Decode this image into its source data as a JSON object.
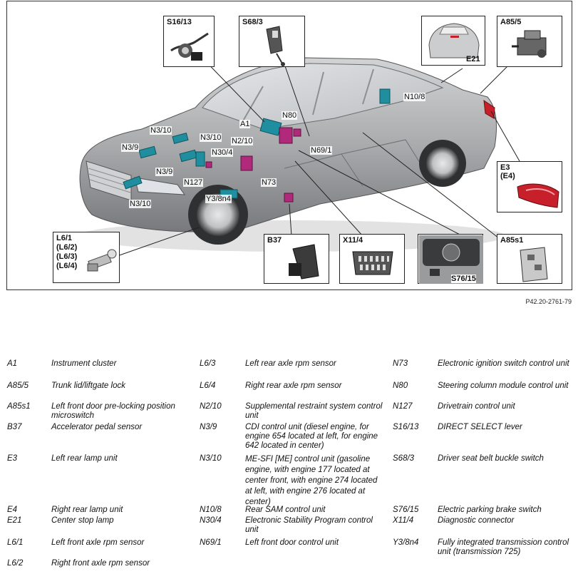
{
  "diagram": {
    "reference_id": "P42.20-2761-79",
    "callouts": {
      "s16_13": "S16/13",
      "s68_3": "S68/3",
      "e21_box": "E21",
      "e21_inner": "E21",
      "a85_5": "A85/5",
      "e3_e4_l1": "E3",
      "e3_e4_l2": "(E4)",
      "l6_l1": "L6/1",
      "l6_l2": "(L6/2)",
      "l6_l3": "(L6/3)",
      "l6_l4": "(L6/4)",
      "b37": "B37",
      "x11_4": "X11/4",
      "s76_15": "S76/15",
      "a85s1": "A85s1"
    },
    "car_labels": {
      "a1": "A1",
      "n80": "N80",
      "n10_8": "N10/8",
      "n69_1": "N69/1",
      "n3_10_top": "N3/10",
      "n3_9_left": "N3/9",
      "n3_10_mid": "N3/10",
      "n2_10": "N2/10",
      "n30_4": "N30/4",
      "n3_9_low": "N3/9",
      "n127": "N127",
      "n73": "N73",
      "y3_8n4": "Y3/8n4",
      "n3_10_low": "N3/10"
    },
    "colors": {
      "car_body": "#a9abad",
      "module_teal": "#1f8fa0",
      "module_magenta": "#b0297a",
      "tail_lamp": "#c8202a"
    }
  },
  "legend": {
    "col1": [
      {
        "code": "A1",
        "desc": "Instrument cluster"
      },
      {
        "code": "A85/5",
        "desc": "Trunk lid/liftgate lock"
      },
      {
        "code": "A85s1",
        "desc": "Left front door pre-locking position microswitch"
      },
      {
        "code": "B37",
        "desc": "Accelerator pedal sensor"
      },
      {
        "code": "E3",
        "desc": "Left rear lamp unit"
      },
      {
        "code": "E4",
        "desc": "Right rear lamp unit"
      },
      {
        "code": "E21",
        "desc": "Center stop lamp"
      },
      {
        "code": "L6/1",
        "desc": "Left front axle rpm sensor"
      },
      {
        "code": "L6/2",
        "desc": "Right front axle rpm sensor"
      }
    ],
    "col2": [
      {
        "code": "L6/3",
        "desc": "Left rear axle rpm sensor"
      },
      {
        "code": "L6/4",
        "desc": "Right rear axle rpm sensor"
      },
      {
        "code": "N2/10",
        "desc": "Supplemental restraint system control unit"
      },
      {
        "code": "N3/9",
        "desc": "CDI control unit (diesel engine, for engine 654 located at left, for engine 642 located in center)"
      },
      {
        "code": "N3/10",
        "desc": "ME-SFI [ME] control unit (gasoline engine, with engine 177 located at center front, with engine 274 located at left, with engine 276 located at center)"
      },
      {
        "code": "N10/8",
        "desc": "Rear SAM control unit"
      },
      {
        "code": "N30/4",
        "desc": "Electronic Stability Program control unit"
      },
      {
        "code": "N69/1",
        "desc": "Left front door control unit"
      }
    ],
    "col3": [
      {
        "code": "N73",
        "desc": "Electronic ignition switch control unit"
      },
      {
        "code": "N80",
        "desc": "Steering column module control unit"
      },
      {
        "code": "N127",
        "desc": "Drivetrain control unit"
      },
      {
        "code": "S16/13",
        "desc": "DIRECT SELECT lever"
      },
      {
        "code": "S68/3",
        "desc": "Driver seat belt buckle switch"
      },
      {
        "code": "S76/15",
        "desc": "Electric parking brake switch"
      },
      {
        "code": "X11/4",
        "desc": "Diagnostic connector"
      },
      {
        "code": "Y3/8n4",
        "desc": "Fully integrated transmission control unit (transmission 725)"
      }
    ]
  }
}
